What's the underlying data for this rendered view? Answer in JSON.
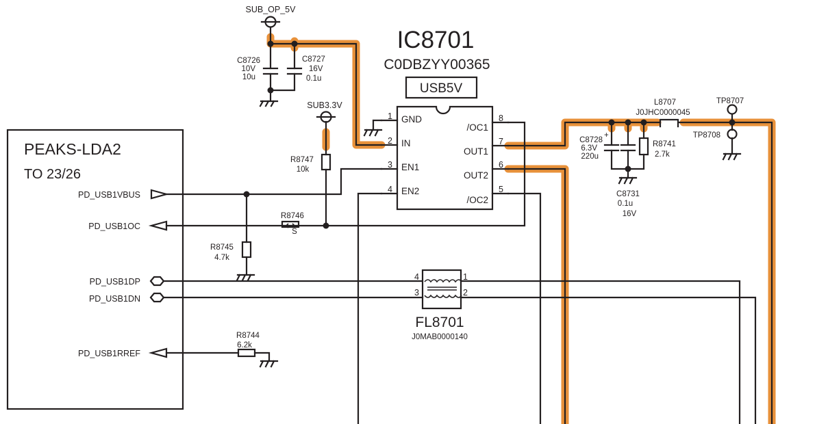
{
  "ic": {
    "ref": "IC8701",
    "part": "C0DBZYY00365",
    "function": "USB5V",
    "pins": [
      {
        "num": "1",
        "name": "GND"
      },
      {
        "num": "2",
        "name": "IN"
      },
      {
        "num": "3",
        "name": "EN1"
      },
      {
        "num": "4",
        "name": "EN2"
      },
      {
        "num": "8",
        "name": "/OC1"
      },
      {
        "num": "7",
        "name": "OUT1"
      },
      {
        "num": "6",
        "name": "OUT2"
      },
      {
        "num": "5",
        "name": "/OC2"
      }
    ]
  },
  "power": {
    "sub_op_5v": "SUB_OP_5V",
    "sub_3v3": "SUB3.3V"
  },
  "components": {
    "c8726": {
      "ref": "C8726",
      "v": "10V",
      "val": "10u"
    },
    "c8727": {
      "ref": "C8727",
      "v": "16V",
      "val": "0.1u"
    },
    "r8747": {
      "ref": "R8747",
      "val": "10k"
    },
    "r8746": {
      "ref": "R8746",
      "val": "S"
    },
    "r8745": {
      "ref": "R8745",
      "val": "4.7k"
    },
    "r8744": {
      "ref": "R8744",
      "val": "6.2k"
    },
    "c8728": {
      "ref": "C8728",
      "polarity": "+",
      "v": "6.3V",
      "val": "220u"
    },
    "c8731": {
      "ref": "C8731",
      "val": "0.1u",
      "v": "16V"
    },
    "r8741": {
      "ref": "R8741",
      "val": "2.7k"
    },
    "l8707": {
      "ref": "L8707",
      "part": "J0JHC0000045"
    },
    "tp8707": {
      "ref": "TP8707"
    },
    "tp8708": {
      "ref": "TP8708"
    },
    "fl8701": {
      "ref": "FL8701",
      "part": "J0MAB0000140",
      "pins": [
        "4",
        "1",
        "3",
        "2"
      ]
    }
  },
  "block": {
    "title": "PEAKS-LDA2",
    "subtitle": "TO 23/26",
    "ports": [
      {
        "name": "PD_USB1VBUS",
        "dir": "out"
      },
      {
        "name": "PD_USB1OC",
        "dir": "in"
      },
      {
        "name": "PD_USB1DP",
        "dir": "bidir"
      },
      {
        "name": "PD_USB1DN",
        "dir": "bidir"
      },
      {
        "name": "PD_USB1RREF",
        "dir": "in"
      }
    ]
  },
  "colors": {
    "highlight": "#e8913a",
    "wire": "#231f20"
  }
}
